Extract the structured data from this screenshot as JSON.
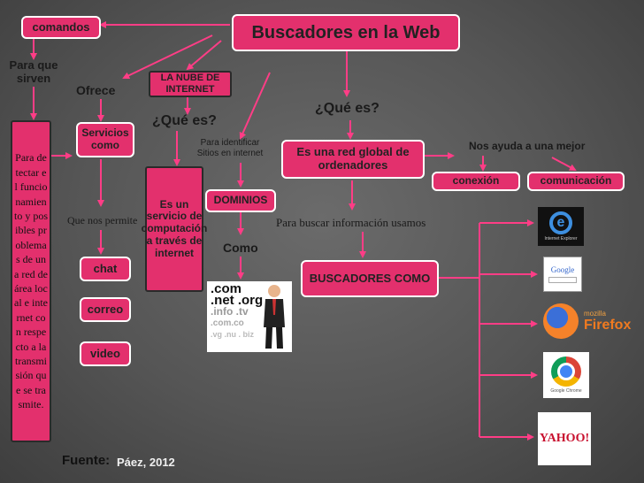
{
  "title": "Buscadores en la Web",
  "labels": {
    "comandos": "comandos",
    "para_que_sirven": "Para que sirven",
    "para_text": "Para detectar el funcionamiento y posibles problemas de una red de área local e internet con respecto a la transmisión que se trasmite.",
    "ofrece": "Ofrece",
    "servicios_como": "Servicios como",
    "que_nos_permite": "Que nos permite",
    "chat": "chat",
    "correo": "correo",
    "video": "video",
    "la_nube": "LA NUBE DE INTERNET",
    "que_es_left": "¿Qué es?",
    "es_un_servicio": "Es un servicio de computación a través de internet",
    "para_identificar": "Para identificar Sitios en internet",
    "dominios": "DOMINIOS",
    "como": "Como",
    "que_es_main": "¿Qué es?",
    "red_global": "Es una red global de ordenadores",
    "nos_ayuda": "Nos ayuda a una mejor",
    "conexion": "conexión",
    "comunicacion": "comunicación",
    "para_buscar": "Para buscar información usamos",
    "buscadores_como": "BUSCADORES COMO",
    "fuente_label": "Fuente:",
    "fuente_value": "Páez, 2012"
  },
  "domains_image": {
    "line1": ".com",
    "line2": ".net .org",
    "line3": ".info .tv",
    "line4": ".com.co",
    "line5": ".vg .nu . biz"
  },
  "logos": {
    "ie": "Internet Explorer",
    "google": "Google",
    "firefox": "Firefox",
    "chrome": "Google Chrome",
    "yahoo": "YAHOO!"
  },
  "colors": {
    "node": "#e3306d",
    "arrow": "#ff3d86",
    "background": "#5c5c5c"
  }
}
